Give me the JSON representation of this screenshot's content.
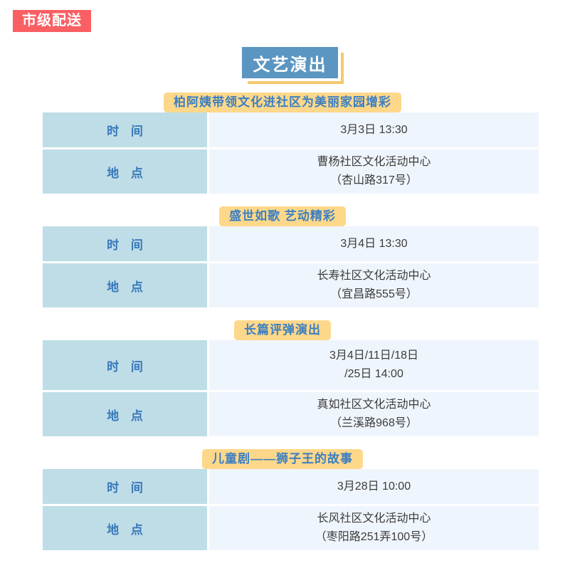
{
  "badge": {
    "label": "市级配送"
  },
  "title": {
    "text": "文艺演出",
    "box_color": "#5b95c1",
    "accent_color": "#f5c96a"
  },
  "labels": {
    "time": "时 间",
    "place": "地 点"
  },
  "colors": {
    "badge_bg": "#fa5f63",
    "header_pill_bg": "#fdd88a",
    "header_pill_text": "#3d7fc1",
    "label_cell_bg": "#bedde7",
    "label_cell_text": "#3878ba",
    "value_cell_bg": "#eff5fc",
    "value_cell_text": "#3c3c3c"
  },
  "sections": [
    {
      "header": "柏阿姨带领文化进社区为美丽家园增彩",
      "time_lines": [
        "3月3日 13:30"
      ],
      "place_lines": [
        "曹杨社区文化活动中心",
        "（杏山路317号）"
      ]
    },
    {
      "header": "盛世如歌 艺动精彩",
      "time_lines": [
        "3月4日 13:30"
      ],
      "place_lines": [
        "长寿社区文化活动中心",
        "（宜昌路555号）"
      ]
    },
    {
      "header": "长篇评弹演出",
      "time_lines": [
        "3月4日/11日/18日",
        "/25日 14:00"
      ],
      "place_lines": [
        "真如社区文化活动中心",
        "（兰溪路968号）"
      ]
    },
    {
      "header": "儿童剧——狮子王的故事",
      "time_lines": [
        "3月28日 10:00"
      ],
      "place_lines": [
        "长风社区文化活动中心",
        "（枣阳路251弄100号）"
      ]
    }
  ]
}
